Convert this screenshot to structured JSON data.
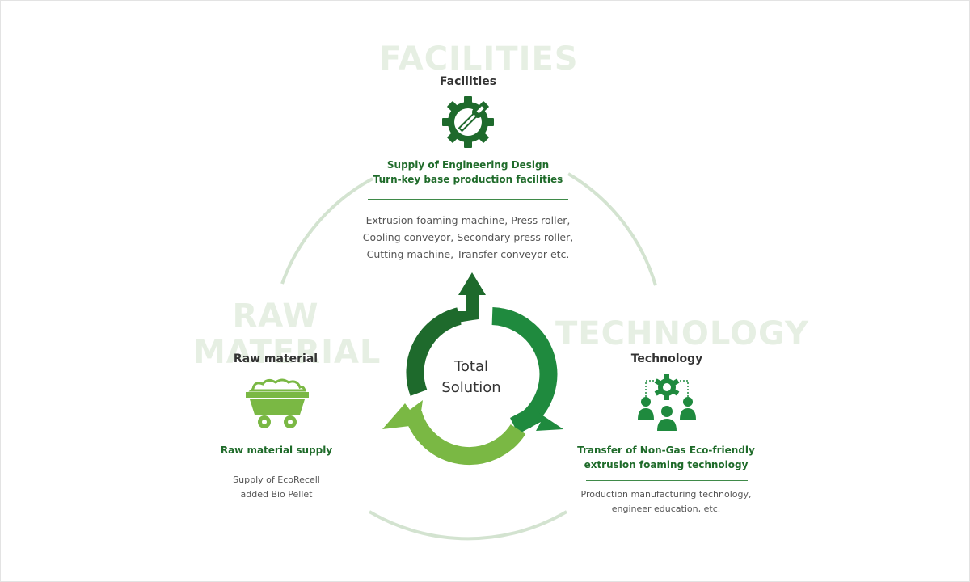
{
  "center": {
    "line1": "Total",
    "line2": "Solution"
  },
  "facilities": {
    "watermark": "FACILITIES",
    "title": "Facilities",
    "subtitle_line1": "Supply of Engineering Design",
    "subtitle_line2": "Turn-key base production facilities",
    "desc_line1": "Extrusion foaming machine, Press roller,",
    "desc_line2": "Cooling conveyor, Secondary press roller,",
    "desc_line3": "Cutting machine, Transfer conveyor etc.",
    "icon": "gear-wrench-icon"
  },
  "raw_material": {
    "watermark_line1": "RAW",
    "watermark_line2": "MATERIAL",
    "title": "Raw material",
    "subtitle": "Raw material supply",
    "desc_line1": "Supply of EcoRecell",
    "desc_line2": "added Bio Pellet",
    "icon": "mine-cart-icon"
  },
  "technology": {
    "watermark": "TECHNOLOGY",
    "title": "Technology",
    "subtitle_line1": "Transfer of Non-Gas Eco-friendly",
    "subtitle_line2": "extrusion foaming technology",
    "desc_line1": "Production manufacturing technology,",
    "desc_line2": "engineer education, etc.",
    "icon": "team-gear-icon"
  },
  "colors": {
    "dark_green": "#1e6a2c",
    "mid_green": "#1f8a3e",
    "light_green": "#7ab844",
    "ring": "#d3e3d0",
    "watermark": "#e6efe3"
  }
}
